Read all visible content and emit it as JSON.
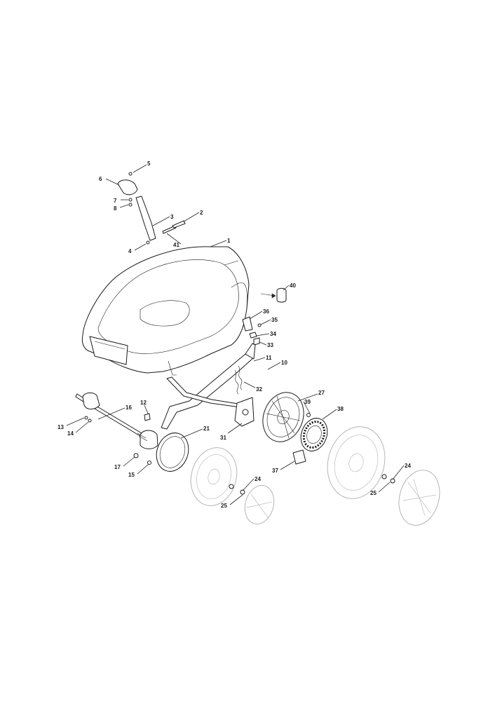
{
  "callouts": {
    "p1": "1",
    "p2": "2",
    "p3": "3",
    "p4": "4",
    "p5": "5",
    "p6": "6",
    "p7": "7",
    "p8": "8",
    "p10": "10",
    "p11": "11",
    "p12": "12",
    "p13": "13",
    "p14": "14",
    "p15": "15",
    "p16": "16",
    "p17": "17",
    "p21": "21",
    "p24a": "24",
    "p24b": "24",
    "p25a": "25",
    "p25b": "25",
    "p27": "27",
    "p31": "31",
    "p32": "32",
    "p33": "33",
    "p34": "34",
    "p35": "35",
    "p36": "36",
    "p37": "37",
    "p38": "38",
    "p39": "39",
    "p40": "40",
    "p41": "41"
  },
  "colors": {
    "line": "#1a1a1a",
    "ghost": "#b5b5b5",
    "background": "#ffffff"
  }
}
